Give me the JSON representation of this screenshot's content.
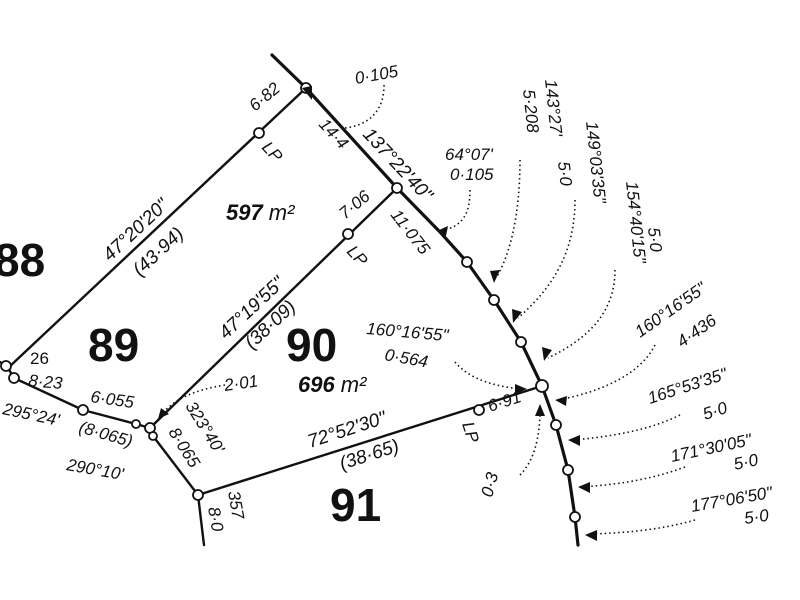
{
  "lots": {
    "l88": "88",
    "l89": "89",
    "l90": "90",
    "l91": "91",
    "lot_26": "26"
  },
  "areas": {
    "a597": "597",
    "a696": "696",
    "unit": "m²"
  },
  "bearings": {
    "b47_20_20": "47°20'20\"",
    "b47_19_55": "47°19'55\"",
    "b72_52_30": "72°52'30\"",
    "b137_22_40": "137°22'40\"",
    "b64_07": "64°07'",
    "b143_27": "143°27'",
    "b149_03_35": "149°03'35\"",
    "b154_40_15": "154°40'15\"",
    "b160_16_55_a": "160°16'55\"",
    "b160_16_55_b": "160°16'55\"",
    "b165_53_35": "165°53'35\"",
    "b171_30_05": "171°30'05\"",
    "b177_06_50": "177°06'50\"",
    "b295_24": "295°24'",
    "b290_10": "290°10'",
    "b323_40": "323°40'",
    "b357": "357"
  },
  "distances": {
    "d0_105_top": "0·105",
    "d6_82": "6·82",
    "d14_4": "14·4",
    "d43_94": "(43·94)",
    "d7_06": "7·06",
    "d11_075": "11·075",
    "d38_09": "(38·09)",
    "d0_105_b": "0·105",
    "d5_208": "5·208",
    "d5_0_a": "5·0",
    "d5_0_b": "5·0",
    "d5_0_c": "5·0",
    "d5_0_d": "5·0",
    "d5_0_e": "5·0",
    "d4_436": "4·436",
    "d0_564": "0·564",
    "d8_23": "8·23",
    "d6_055": "6·055",
    "d8_065_a": "(8·065)",
    "d8_065_b": "8·065",
    "d2_01": "2·01",
    "d6_91": "6·91",
    "d38_65": "(38·65)",
    "d0_3": "0·3",
    "d8_0": "8·0"
  },
  "marks": {
    "lp_a": "LP",
    "lp_b": "LP",
    "lp_c": "LP"
  }
}
